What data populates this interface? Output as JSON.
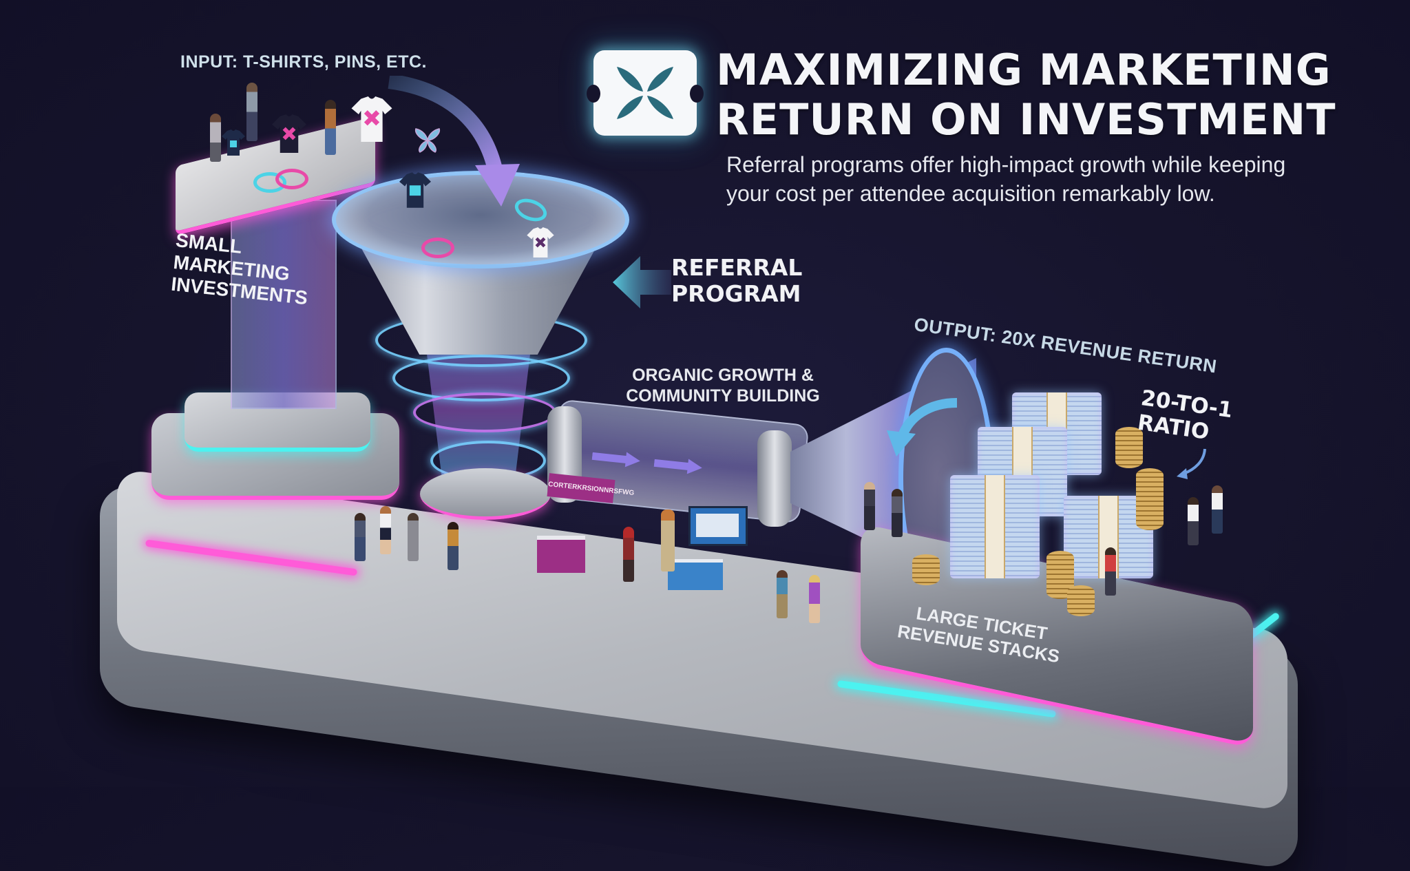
{
  "header": {
    "title_line1": "MAXIMIZING MARKETING",
    "title_line2": "RETURN ON INVESTMENT",
    "subtitle_line1": "Referral programs offer high-impact growth while keeping",
    "subtitle_line2": "your cost per attendee acquisition remarkably low.",
    "logo_icon": "ticket-petal-logo"
  },
  "input_stage": {
    "label": "INPUT: T-SHIRTS, PINS, ETC.",
    "pillar_label_line1": "SMALL",
    "pillar_label_line2": "MARKETING",
    "pillar_label_line3": "INVESTMENTS",
    "items": [
      "t-shirt (navy)",
      "t-shirt (white)",
      "wristband (cyan)",
      "wristband (pink)",
      "pin"
    ]
  },
  "process_stage": {
    "funnel_label_line1": "REFERRAL",
    "funnel_label_line2": "PROGRAM",
    "tube_label_line1": "ORGANIC GROWTH &",
    "tube_label_line2": "COMMUNITY BUILDING",
    "booth_sign": "CORTERKRSIONNRSFWG"
  },
  "output_stage": {
    "label": "OUTPUT: 20X REVENUE RETURN",
    "ratio_line1": "20-TO-1",
    "ratio_line2": "RATIO",
    "platform_label_line1": "LARGE TICKET",
    "platform_label_line2": "REVENUE STACKS"
  },
  "colors": {
    "background": "#16142c",
    "neon_pink": "#ff5bd8",
    "neon_cyan": "#4cf2f0",
    "logo_teal": "#2a6b7c",
    "booth_magenta": "#9c2f85",
    "text_light": "#e9ecf2"
  }
}
